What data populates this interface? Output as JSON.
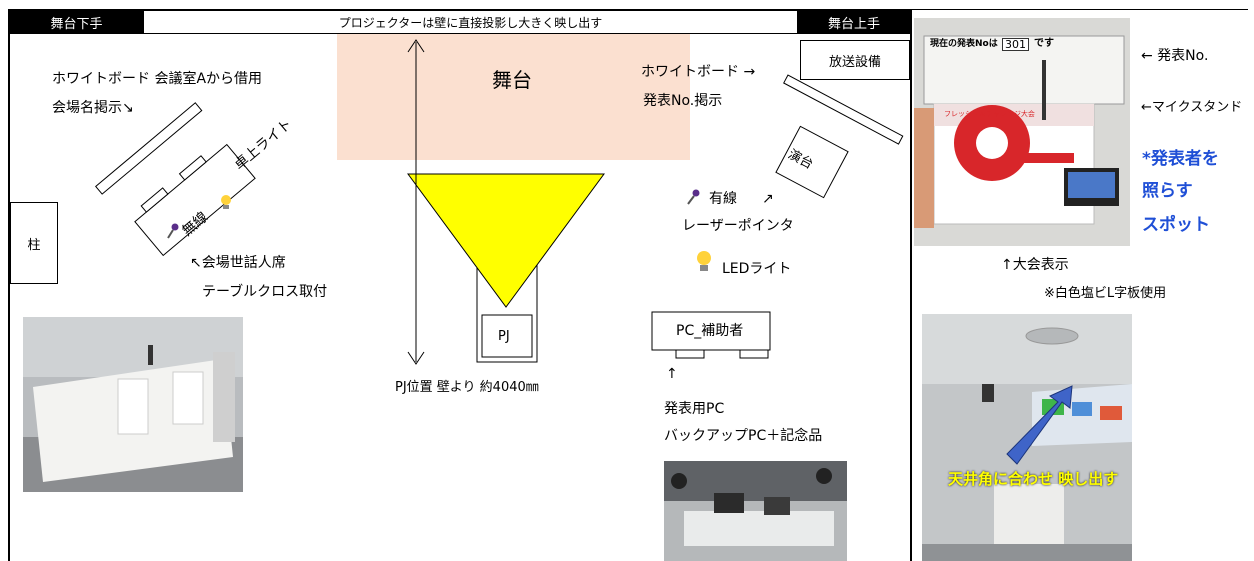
{
  "header": {
    "left": "舞台下手",
    "center": "プロジェクターは壁に直接投影し大きく映し出す",
    "right": "舞台上手"
  },
  "stage": {
    "label": "舞台"
  },
  "broadcast": {
    "label": "放送設備"
  },
  "pillar": {
    "label": "柱"
  },
  "left_area": {
    "whiteboard": "ホワイトボード 会議室Aから借用",
    "venue_sign": "会場名掲示↘",
    "desk_light": "卓上ライト",
    "wireless": "無線",
    "staff_seat": "↖会場世話人席",
    "tablecloth": "テーブルクロス取付"
  },
  "center_area": {
    "pj": "PJ",
    "pj_position": "PJ位置 壁より 約4040㎜"
  },
  "right_area": {
    "whiteboard": "ホワイトボード →",
    "number_sign": "発表No.掲示",
    "podium": "演台",
    "wired": "有線",
    "arrow_ne": "↗",
    "laser": "レーザーポインタ",
    "led": "LEDライト",
    "pc_assist": "PC_補助者",
    "up_arrow": "↑",
    "pc1": "発表用PC",
    "pc2": "バックアップPC＋記念品"
  },
  "photo_notes": {
    "number": "← 発表No.",
    "mic_stand": "←マイクスタンド",
    "spot1": "*発表者を",
    "spot2": "照らす",
    "spot3": "スポット",
    "conference_display": "↑大会表示",
    "material": "※白色塩ビL字板使用",
    "ceiling_caption": "天井角に合わせ 映し出す",
    "current_no": "現在の発表Noは",
    "number_value": "301",
    "desu": "です",
    "banner_text": "フレッシュ＆チャレンジ大会"
  },
  "colors": {
    "stage": "#fbe0d0",
    "projector_beam": "#ffff00",
    "spot_text": "#1f4fd6",
    "ceiling_caption": "#ffff00"
  }
}
